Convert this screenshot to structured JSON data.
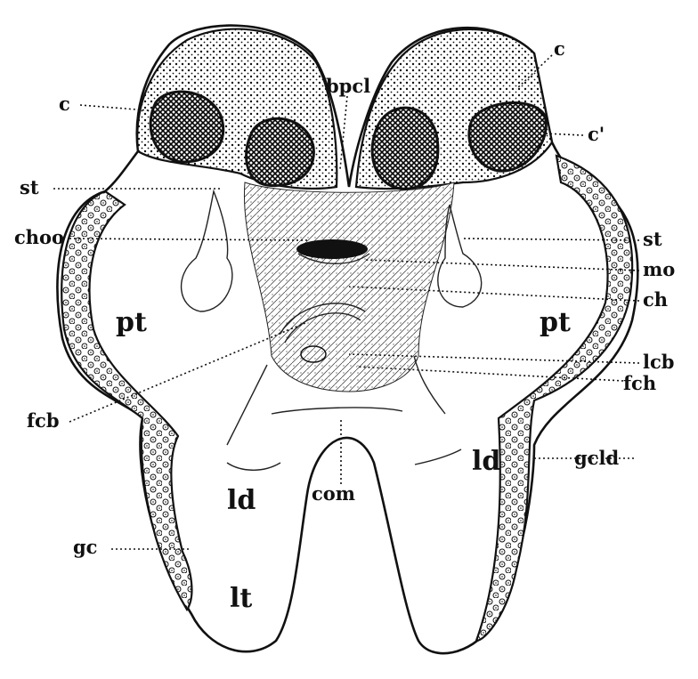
{
  "labels": {
    "c_left": "c",
    "c_right": "c",
    "c_prime": "c'",
    "bpcl": "bpcl",
    "st_left": "st",
    "st_right": "st",
    "choo": "choo",
    "mo": "mo",
    "ch": "ch",
    "pt_left": "pt",
    "pt_right": "pt",
    "lcb": "lcb",
    "fch": "fch",
    "fcb": "fcb",
    "ld_left": "ld",
    "ld_right": "ld",
    "gcld": "gcld",
    "com": "com",
    "gc": "gc",
    "lt": "lt"
  },
  "colors": {
    "ink": "#111111",
    "paper": "#ffffff"
  }
}
